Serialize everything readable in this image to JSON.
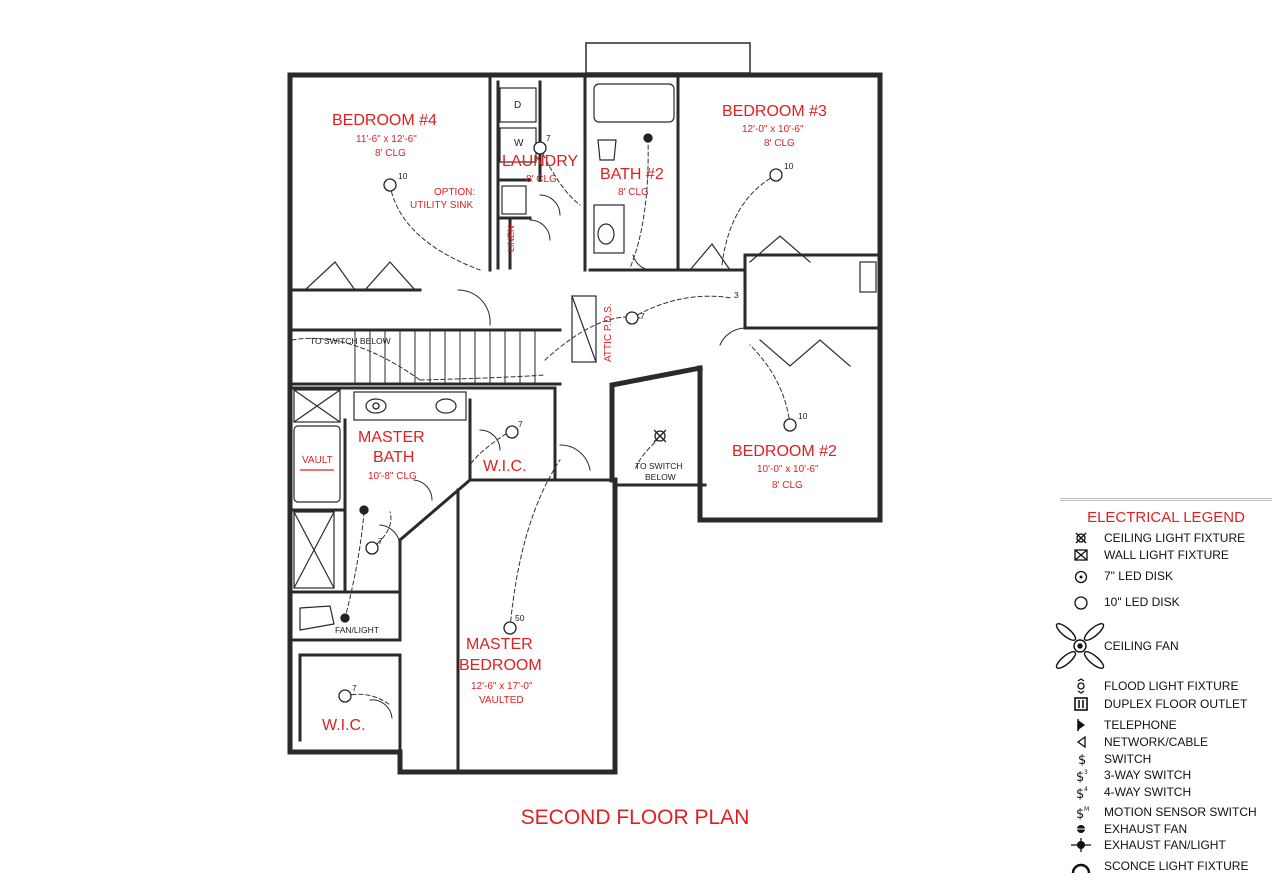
{
  "colors": {
    "wall": "#2a2a2a",
    "label": "#e02020",
    "line": "#333333"
  },
  "rooms": {
    "bedroom4": {
      "name": "BEDROOM #4",
      "dim": "11'-6\" x 12'-6\"",
      "clg": "8' CLG"
    },
    "laundry": {
      "name": "LAUNDRY",
      "clg": "8' CLG",
      "d": "D",
      "w": "W"
    },
    "bath2": {
      "name": "BATH #2",
      "clg": "8' CLG"
    },
    "bedroom3": {
      "name": "BEDROOM #3",
      "dim": "12'-0\" x 10'-6\"",
      "clg": "8' CLG"
    },
    "bedroom2": {
      "name": "BEDROOM #2",
      "dim": "10'-0\" x 10'-6\"",
      "clg": "8' CLG"
    },
    "master_bath": {
      "name1": "MASTER",
      "name2": "BATH",
      "clg": "10'-8\" CLG"
    },
    "wic_upper": {
      "name": "W.I.C."
    },
    "wic_lower": {
      "name": "W.I.C."
    },
    "master_bedroom": {
      "name1": "MASTER",
      "name2": "BEDROOM",
      "dim": "12'-6\" x 17'-0\"",
      "clg": "VAULTED"
    }
  },
  "notes": {
    "option_line1": "OPTION:",
    "option_line2": "UTILITY SINK",
    "linen": "LINEN",
    "attic": "ATTIC P.D.S.",
    "to_switch_below_1": "TO SWITCH BELOW",
    "to_switch_below_2a": "TO SWITCH",
    "to_switch_below_2b": "BELOW",
    "vault": "VAULT",
    "fan_light": "FAN/LIGHT"
  },
  "fixture_sizes": {
    "small": "7",
    "large": "10",
    "large_alt": "50",
    "stair_num": "3"
  },
  "title": "SECOND FLOOR PLAN",
  "legend": {
    "title": "ELECTRICAL LEGEND",
    "items": [
      {
        "icon": "ceiling-light-icon",
        "label": "CEILING LIGHT FIXTURE"
      },
      {
        "icon": "wall-light-icon",
        "label": "WALL LIGHT FIXTURE"
      },
      {
        "icon": "led-disk-7-icon",
        "label": "7\" LED DISK"
      },
      {
        "icon": "led-disk-10-icon",
        "label": "10\" LED DISK"
      },
      {
        "icon": "ceiling-fan-icon",
        "label": "CEILING FAN"
      },
      {
        "icon": "flood-light-icon",
        "label": "FLOOD LIGHT FIXTURE"
      },
      {
        "icon": "duplex-floor-outlet-icon",
        "label": "DUPLEX FLOOR OUTLET"
      },
      {
        "icon": "telephone-icon",
        "label": "TELEPHONE"
      },
      {
        "icon": "network-cable-icon",
        "label": "NETWORK/CABLE"
      },
      {
        "icon": "switch-icon",
        "label": "SWITCH"
      },
      {
        "icon": "three-way-switch-icon",
        "label": "3-WAY SWITCH"
      },
      {
        "icon": "four-way-switch-icon",
        "label": "4-WAY SWITCH"
      },
      {
        "icon": "motion-sensor-switch-icon",
        "label": "MOTION SENSOR SWITCH"
      },
      {
        "icon": "exhaust-fan-icon",
        "label": "EXHAUST FAN"
      },
      {
        "icon": "exhaust-fan-light-icon",
        "label": "EXHAUST FAN/LIGHT"
      },
      {
        "icon": "sconce-light-icon",
        "label": "SCONCE LIGHT FIXTURE"
      }
    ],
    "sub_3": "3",
    "sub_4": "4",
    "sub_m": "M"
  }
}
